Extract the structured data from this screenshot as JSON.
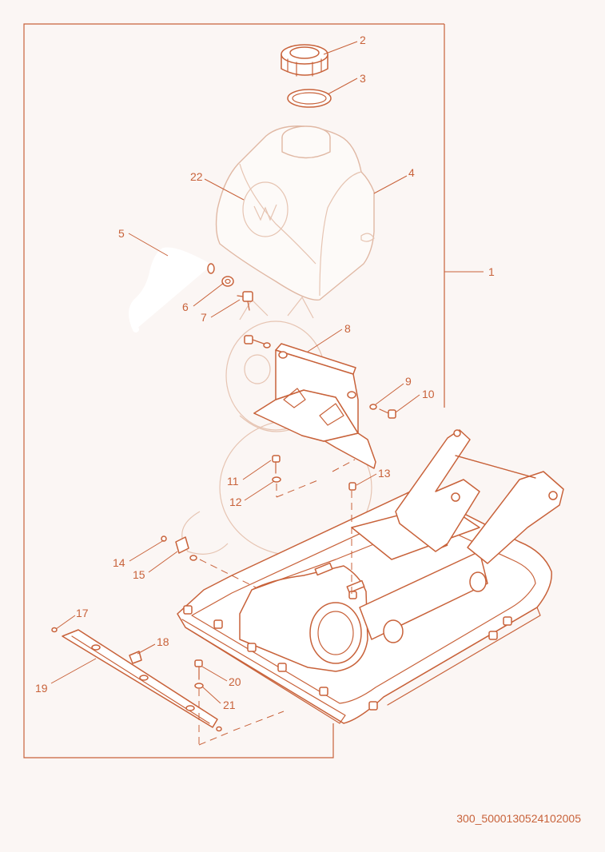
{
  "diagram": {
    "callouts": {
      "c1": "1",
      "c2": "2",
      "c3": "3",
      "c4": "4",
      "c5": "5",
      "c6": "6",
      "c7": "7",
      "c8": "8",
      "c9": "9",
      "c10": "10",
      "c11": "11",
      "c12": "12",
      "c13": "13",
      "c14": "14",
      "c15": "15",
      "c17": "17",
      "c18": "18",
      "c19": "19",
      "c20": "20",
      "c21": "21",
      "c22": "22"
    },
    "reference_code": "300_5000130524102005"
  },
  "colors": {
    "line": "#c8623a",
    "background": "#fbf6f4"
  }
}
